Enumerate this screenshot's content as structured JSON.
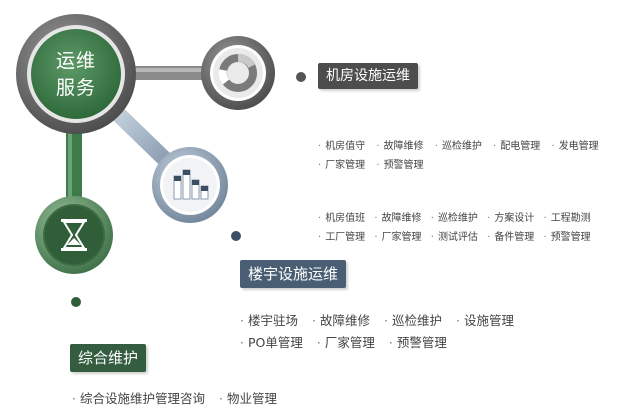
{
  "center": {
    "line1": "运维",
    "line2": "服务"
  },
  "icons": {
    "top": "donut-chart-icon",
    "middle": "bar-chart-icon",
    "bottom": "hourglass-icon"
  },
  "colors": {
    "title_dark_gray": "#4d4d4d",
    "title_slate_blue": "#4a5e73",
    "title_dark_green": "#335d3e",
    "connector_gray": "#8a8a8a",
    "connector_green": "#3f7a4a",
    "connector_blue": "#8a9bb0"
  },
  "sections": [
    {
      "title": "机房设施运维",
      "item_groups": [
        [
          "机房值守",
          "故障维修",
          "巡检维护",
          "配电管理",
          "发电管理",
          "厂家管理",
          "预警管理"
        ],
        [
          "机房值班",
          "故障维修",
          "巡检维护",
          "方案设计",
          "工程勘测",
          "工厂管理",
          "厂家管理",
          "测试评估",
          "备件管理",
          "预警管理"
        ]
      ]
    },
    {
      "title": "楼宇设施运维",
      "items": [
        "楼宇驻场",
        "故障维修",
        "巡检维护",
        "设施管理",
        "PO单管理",
        "厂家管理",
        "预警管理"
      ]
    },
    {
      "title": "综合维护",
      "items": [
        "综合设施维护管理咨询",
        "物业管理"
      ]
    }
  ]
}
